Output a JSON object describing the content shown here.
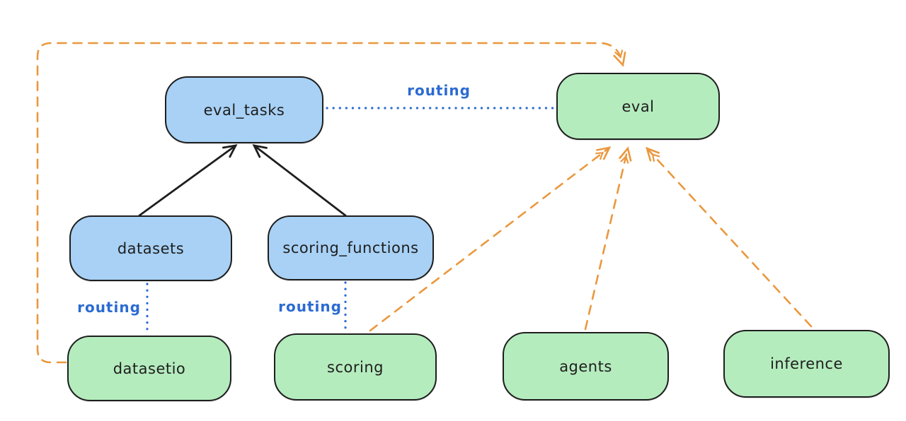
{
  "diagram": {
    "description": "Llama Stack eval API routing diagram",
    "background": "#ffffff"
  },
  "colors": {
    "api_node_fill": "#a8d1f5",
    "provider_node_fill": "#b5ecbe",
    "node_stroke": "#1e1e1e",
    "routing_line": "#2b6bd2",
    "provider_line": "#ea983e",
    "solid_arrow": "#1e1e1e"
  },
  "nodes": {
    "eval_tasks": {
      "label": "eval_tasks",
      "kind": "api"
    },
    "eval": {
      "label": "eval",
      "kind": "provider"
    },
    "datasets": {
      "label": "datasets",
      "kind": "api"
    },
    "scoring_functions": {
      "label": "scoring_functions",
      "kind": "api"
    },
    "datasetio": {
      "label": "datasetio",
      "kind": "provider"
    },
    "scoring": {
      "label": "scoring",
      "kind": "provider"
    },
    "agents": {
      "label": "agents",
      "kind": "provider"
    },
    "inference": {
      "label": "inference",
      "kind": "provider"
    }
  },
  "edge_labels": {
    "routing_top": "routing",
    "routing_datasets": "routing",
    "routing_scoring": "routing"
  },
  "edges": [
    {
      "from": "datasets",
      "to": "eval_tasks",
      "style": "solid-arrow"
    },
    {
      "from": "scoring_functions",
      "to": "eval_tasks",
      "style": "solid-arrow"
    },
    {
      "from": "eval_tasks",
      "to": "eval",
      "style": "dotted",
      "label": "routing"
    },
    {
      "from": "datasets",
      "to": "datasetio",
      "style": "dotted",
      "label": "routing"
    },
    {
      "from": "scoring_functions",
      "to": "scoring",
      "style": "dotted",
      "label": "routing"
    },
    {
      "from": "datasetio",
      "to": "eval",
      "style": "dashed-arrow"
    },
    {
      "from": "scoring",
      "to": "eval",
      "style": "dashed-arrow"
    },
    {
      "from": "agents",
      "to": "eval",
      "style": "dashed-arrow"
    },
    {
      "from": "inference",
      "to": "eval",
      "style": "dashed-arrow"
    }
  ]
}
